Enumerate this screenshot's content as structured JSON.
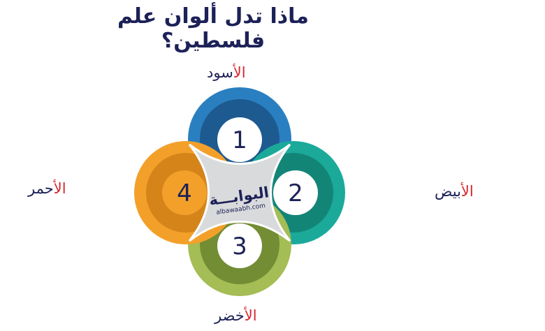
{
  "title": "ماذا تدل ألوان علم فلسطين؟",
  "items": [
    {
      "number": "1",
      "label_prefix": "ال",
      "label_rest": "أسود",
      "color": "#1d5a8f"
    },
    {
      "number": "2",
      "label_prefix": "ال",
      "label_rest": "أبيض",
      "color": "#138577"
    },
    {
      "number": "3",
      "label_prefix": "ال",
      "label_rest": "أخضر",
      "color": "#728d34"
    },
    {
      "number": "4",
      "label_prefix": "ال",
      "label_rest": "أحمر",
      "color": "#d48419"
    }
  ],
  "logo": {
    "arabic": "البوابـــة",
    "latin": "albawaabh.com"
  }
}
